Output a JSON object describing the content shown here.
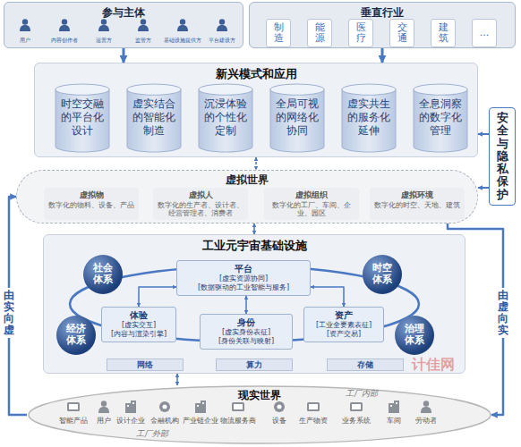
{
  "diagram": {
    "nodes": [
      {
        "text": [
          "参与主体"
        ]
      },
      {
        "text": [
          "垂直行业"
        ]
      },
      {
        "text": [
          "制造"
        ],
        "in": 1
      },
      {
        "text": [
          "能源"
        ],
        "in": 1
      },
      {
        "text": [
          "医疗"
        ],
        "in": 1
      },
      {
        "text": [
          "交通"
        ],
        "in": 1
      },
      {
        "text": [
          "建筑"
        ],
        "in": 1
      },
      {
        "text": [
          "..."
        ],
        "in": 1
      },
      {
        "text": [
          "新兴模式和应用"
        ]
      },
      {
        "text": [
          "时空交融的平台化设计"
        ],
        "in": 8
      },
      {
        "text": [
          "虚实结合的智能化制造"
        ],
        "in": 8
      },
      {
        "text": [
          "沉浸体验的个性化定制"
        ],
        "in": 8
      },
      {
        "text": [
          "全局可视的网络化协同"
        ],
        "in": 8
      },
      {
        "text": [
          "虚实共生的服务化延伸"
        ],
        "in": 8
      },
      {
        "text": [
          "全息洞察的数字化管理"
        ],
        "in": 8
      },
      {
        "text": [
          "安全与隐私保护"
        ]
      },
      {
        "text": [
          "虚拟世界"
        ]
      },
      {
        "text": [
          "虚拟物",
          "数字化的物料、设备、产品"
        ],
        "in": 16
      },
      {
        "text": [
          "虚拟人",
          "数字化的生产者、设计者、经营管理者、消费者"
        ],
        "in": 16
      },
      {
        "text": [
          "虚拟组织",
          "数字化的工厂、车间、企业、园区"
        ],
        "in": 16
      },
      {
        "text": [
          "虚拟环境",
          "数字化的时空、天地、建筑"
        ],
        "in": 16
      },
      {
        "text": [
          "工业元宇宙基础设施"
        ]
      },
      {
        "text": [
          "社会体系"
        ],
        "in": 21
      },
      {
        "text": [
          "时空体系"
        ],
        "in": 21
      },
      {
        "text": [
          "经济体系"
        ],
        "in": 21
      },
      {
        "text": [
          "治理体系"
        ],
        "in": 21
      },
      {
        "text": [
          "平台",
          "[虚实资源协同]",
          "[数据驱动的工业智能与服务]"
        ],
        "in": 21
      },
      {
        "text": [
          "体验",
          "[虚实交互]",
          "[内容与渲染引擎]"
        ],
        "in": 21
      },
      {
        "text": [
          "身份",
          "[虚实身份表征]",
          "[身份关联与映射]"
        ],
        "in": 21
      },
      {
        "text": [
          "资产",
          "[工业全要素表征]",
          "[资产交易]"
        ],
        "in": 21
      },
      {
        "text": [
          "网络"
        ],
        "in": 21
      },
      {
        "text": [
          "算力"
        ],
        "in": 21
      },
      {
        "text": [
          "存储"
        ],
        "in": 21
      },
      {
        "text": [
          "现实世界"
        ]
      }
    ],
    "edges": [
      {
        "from": 0,
        "to": 8,
        "arrow": "to"
      },
      {
        "from": 1,
        "to": 8,
        "arrow": "to"
      },
      {
        "from": 8,
        "to": 16,
        "arrow": "both"
      },
      {
        "from": 16,
        "to": 21,
        "arrow": "both"
      },
      {
        "from": 21,
        "to": 33,
        "arrow": "both"
      },
      {
        "from": 33,
        "to": 16,
        "arrow": "to",
        "label": "由实向虚"
      },
      {
        "from": 16,
        "to": 33,
        "arrow": "to",
        "label": "由虚向实"
      },
      {
        "from": 15,
        "to": 8,
        "arrow": "to"
      },
      {
        "from": 15,
        "to": 16,
        "arrow": "to"
      },
      {
        "from": 26,
        "to": 27,
        "arrow": "both"
      },
      {
        "from": 26,
        "to": 29,
        "arrow": "both"
      },
      {
        "from": 26,
        "to": 28,
        "arrow": "both"
      }
    ],
    "labels": [
      "用户",
      "内容创作者",
      "运营方",
      "监管方",
      "基础设施提供方",
      "平台建设方",
      "智能产品",
      "用户",
      "设计企业",
      "金融机构",
      "产业链企业",
      "物流服务商",
      "工厂外部",
      "设备",
      "生产物资",
      "业务系统",
      "车间",
      "劳动者",
      "工厂内部",
      "计佳网"
    ]
  }
}
